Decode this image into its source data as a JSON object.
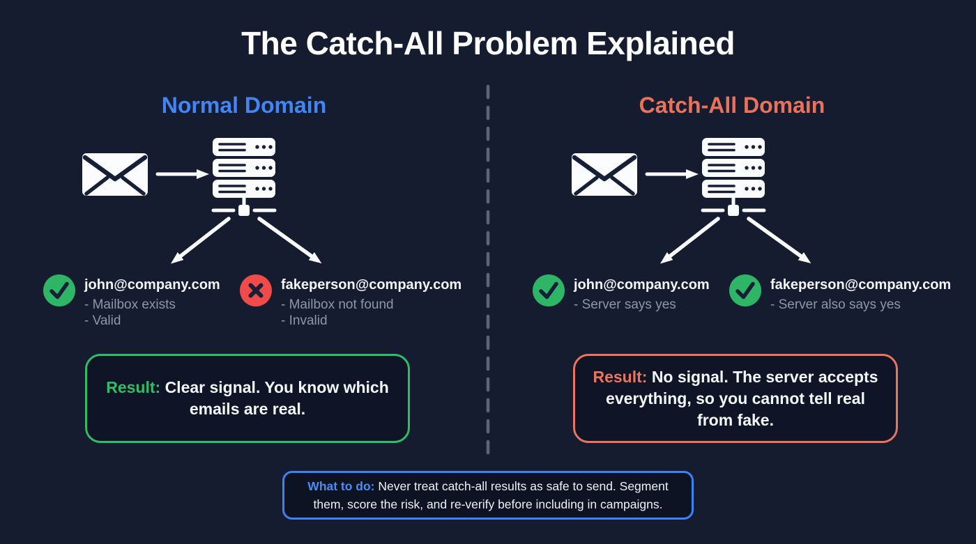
{
  "title": "The Catch-All Problem Explained",
  "left_column": {
    "heading": "Normal Domain",
    "emails": [
      {
        "status": "valid",
        "address": "john@company.com",
        "notes": [
          "- Mailbox exists",
          "- Valid"
        ]
      },
      {
        "status": "invalid",
        "address": "fakeperson@company.com",
        "notes": [
          "- Mailbox not found",
          "- Invalid"
        ]
      }
    ],
    "result": {
      "label": "Result:",
      "text": "Clear signal. You know which emails are real."
    }
  },
  "right_column": {
    "heading": "Catch-All Domain",
    "emails": [
      {
        "status": "valid",
        "address": "john@company.com",
        "notes": [
          "- Server says yes"
        ]
      },
      {
        "status": "valid",
        "address": "fakeperson@company.com",
        "notes": [
          "- Server also says yes"
        ]
      }
    ],
    "result": {
      "label": "Result:",
      "text": "No signal. The server accepts everything, so you cannot tell real from fake."
    }
  },
  "footer": {
    "label": "What to do:",
    "text": "Never treat catch-all results as safe to send. Segment them, score the risk, and re-verify before including in campaigns."
  },
  "icons": {
    "envelope": "envelope-icon",
    "server": "server-icon",
    "arrow_right": "arrow-right-icon",
    "arrow_down_left": "arrow-down-left-icon",
    "arrow_down_right": "arrow-down-right-icon",
    "valid": "check-icon",
    "invalid": "cross-icon",
    "divider": "dashed-divider"
  },
  "colors": {
    "background": "#151c30",
    "text_white": "#ffffff",
    "heading_blue": "#4285f4",
    "heading_orange": "#e8735c",
    "valid_green": "#2eb565",
    "invalid_red": "#ef4b4b",
    "result_green": "#2fbd68",
    "result_orange": "#e8765f",
    "footer_blue": "#3b82f6",
    "footer_label_blue": "#4a8df5",
    "muted_text": "#8e96aa",
    "divider_gray": "#5c6579",
    "icon_white": "#fbfcfe",
    "icon_ink": "#161f36"
  }
}
